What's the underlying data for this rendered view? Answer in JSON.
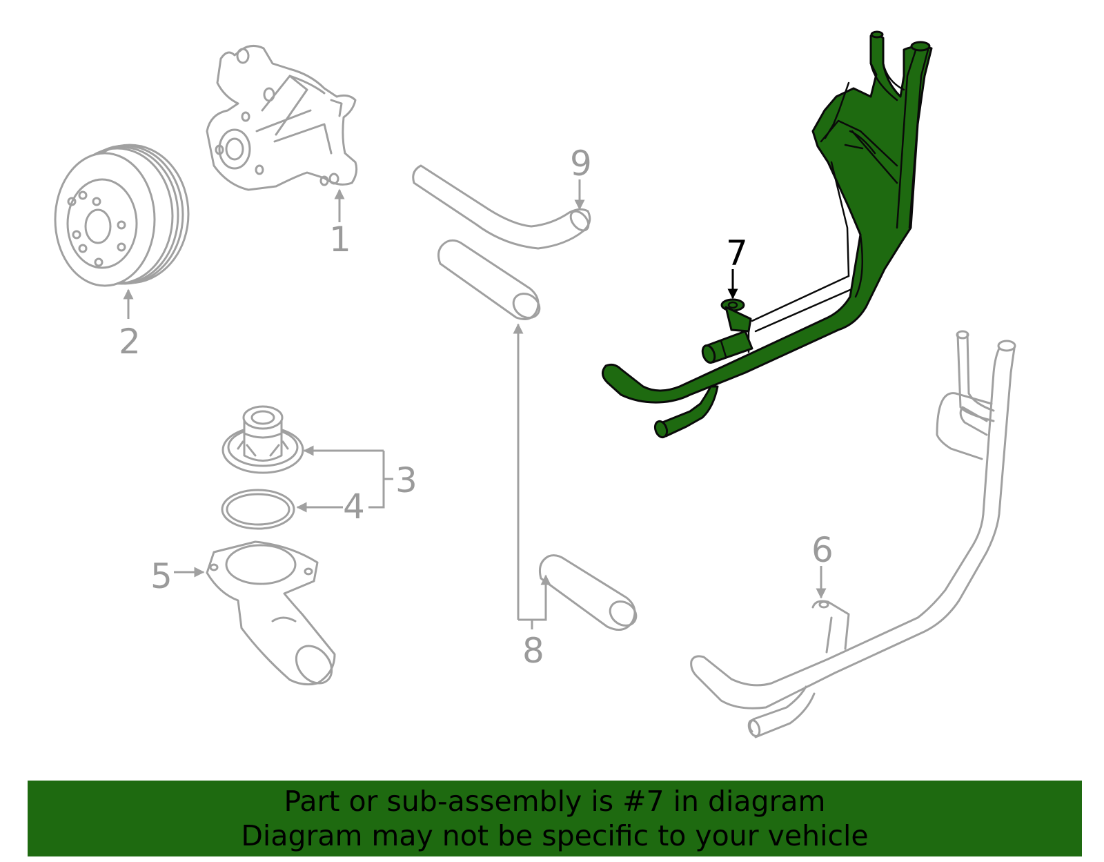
{
  "diagram": {
    "callouts": [
      {
        "number": "1",
        "part": "water pump"
      },
      {
        "number": "2",
        "part": "pulley"
      },
      {
        "number": "3",
        "part": "thermostat"
      },
      {
        "number": "4",
        "part": "gasket"
      },
      {
        "number": "5",
        "part": "water outlet"
      },
      {
        "number": "6",
        "part": "water pipe"
      },
      {
        "number": "7",
        "part": "water pipe (highlighted)"
      },
      {
        "number": "8",
        "part": "hoses"
      },
      {
        "number": "9",
        "part": "hose"
      }
    ],
    "highlight_color": "#1e6a10",
    "part_line_color": "#a0a0a0"
  },
  "banner": {
    "line1": "Part or sub-assembly is #7 in diagram",
    "line2": "Diagram may not be specific to your vehicle",
    "background": "#1e6a10"
  }
}
